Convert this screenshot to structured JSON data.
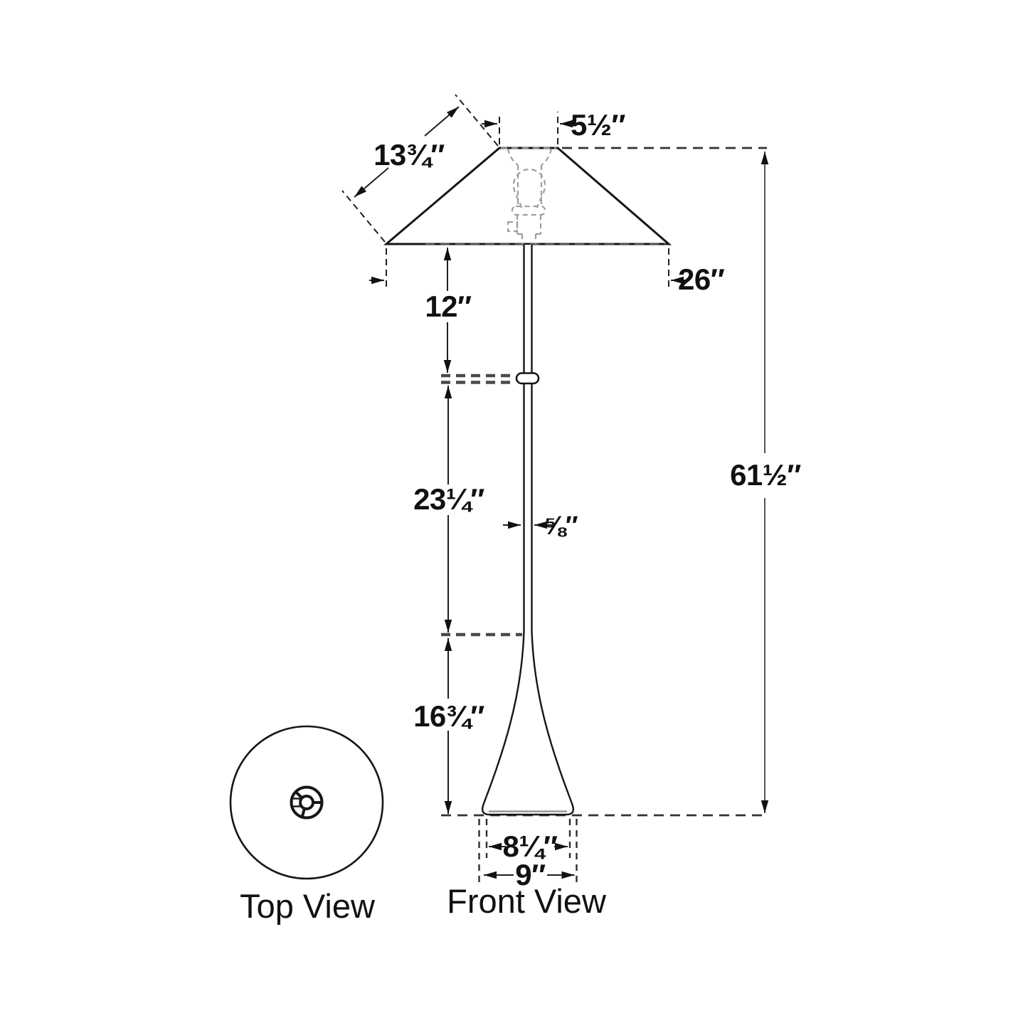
{
  "top_view": {
    "label": "Top View"
  },
  "front_view": {
    "label": "Front View",
    "dimensions": {
      "shade_slant": "13¾″",
      "shade_top_width": "5½″",
      "shade_bottom_width": "26″",
      "shade_to_switch": "12″",
      "switch_to_base_top": "23¼″",
      "stem_diameter": "⅝″",
      "overall_height": "61½″",
      "base_height": "16¾″",
      "base_width_inner": "8¼″",
      "base_width_outer": "9″"
    }
  },
  "colors": {
    "outline": "#161616",
    "dimension_line": "#1f1f1f",
    "hidden_detail": "#9e9e9e",
    "heavy_dash": "#4a4a4a",
    "background": "#ffffff"
  }
}
